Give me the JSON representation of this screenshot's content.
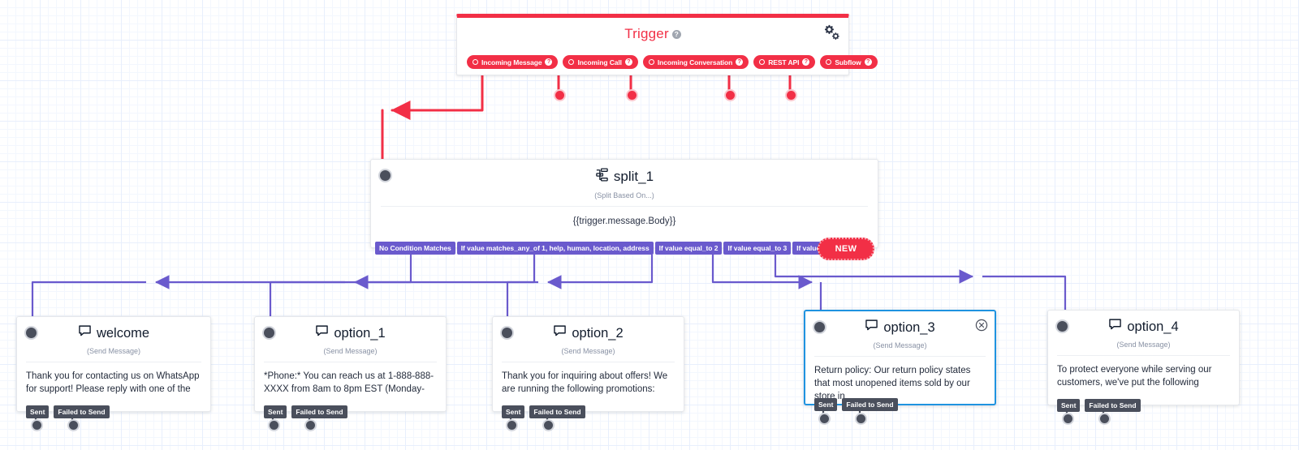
{
  "canvas": {
    "grid_color": "#e8effc",
    "background": "#ffffff"
  },
  "trigger": {
    "title": "Trigger",
    "help_label": "?",
    "settings_icon": "gears-icon",
    "accent_color": "#f22f46",
    "pills": [
      {
        "label": "Incoming Message",
        "help": "?"
      },
      {
        "label": "Incoming Call",
        "help": "?"
      },
      {
        "label": "Incoming Conversation",
        "help": "?"
      },
      {
        "label": "REST API",
        "help": "?"
      },
      {
        "label": "Subflow",
        "help": "?"
      }
    ]
  },
  "split_node": {
    "name": "split_1",
    "type_label": "(Split Based On...)",
    "expression": "{{trigger.message.Body}}",
    "icon": "split-icon",
    "transitions": [
      {
        "label": "No Condition Matches"
      },
      {
        "label": "If value matches_any_of 1, help, human, location, address"
      },
      {
        "label": "If value equal_to 2"
      },
      {
        "label": "If value equal_to 3"
      },
      {
        "label": "If value equal_to 4"
      }
    ],
    "new_button": "NEW",
    "chip_color": "#6a5acd"
  },
  "message_nodes": [
    {
      "name": "welcome",
      "type_label": "(Send Message)",
      "body": "Thank you for contacting us on WhatsApp for support! Please reply with one of the",
      "outputs": [
        "Sent",
        "Failed to Send"
      ],
      "selected": false
    },
    {
      "name": "option_1",
      "type_label": "(Send Message)",
      "body": "*Phone:* You can reach us at 1-888-888-XXXX from 8am to 8pm EST (Monday-",
      "outputs": [
        "Sent",
        "Failed to Send"
      ],
      "selected": false
    },
    {
      "name": "option_2",
      "type_label": "(Send Message)",
      "body": "Thank you for inquiring about offers! We are running the following promotions:",
      "outputs": [
        "Sent",
        "Failed to Send"
      ],
      "selected": false
    },
    {
      "name": "option_3",
      "type_label": "(Send Message)",
      "body": "Return policy: Our return policy states that most unopened items sold by our store in",
      "outputs": [
        "Sent",
        "Failed to Send"
      ],
      "selected": true,
      "close_icon": "close-circle-icon"
    },
    {
      "name": "option_4",
      "type_label": "(Send Message)",
      "body": "To protect everyone while serving our customers, we've put the following",
      "outputs": [
        "Sent",
        "Failed to Send"
      ],
      "selected": false
    }
  ],
  "colors": {
    "trigger_red": "#f22f46",
    "transition_purple": "#6a5acd",
    "selected_blue": "#1f93e0",
    "node_dot": "#4a4f5c"
  }
}
